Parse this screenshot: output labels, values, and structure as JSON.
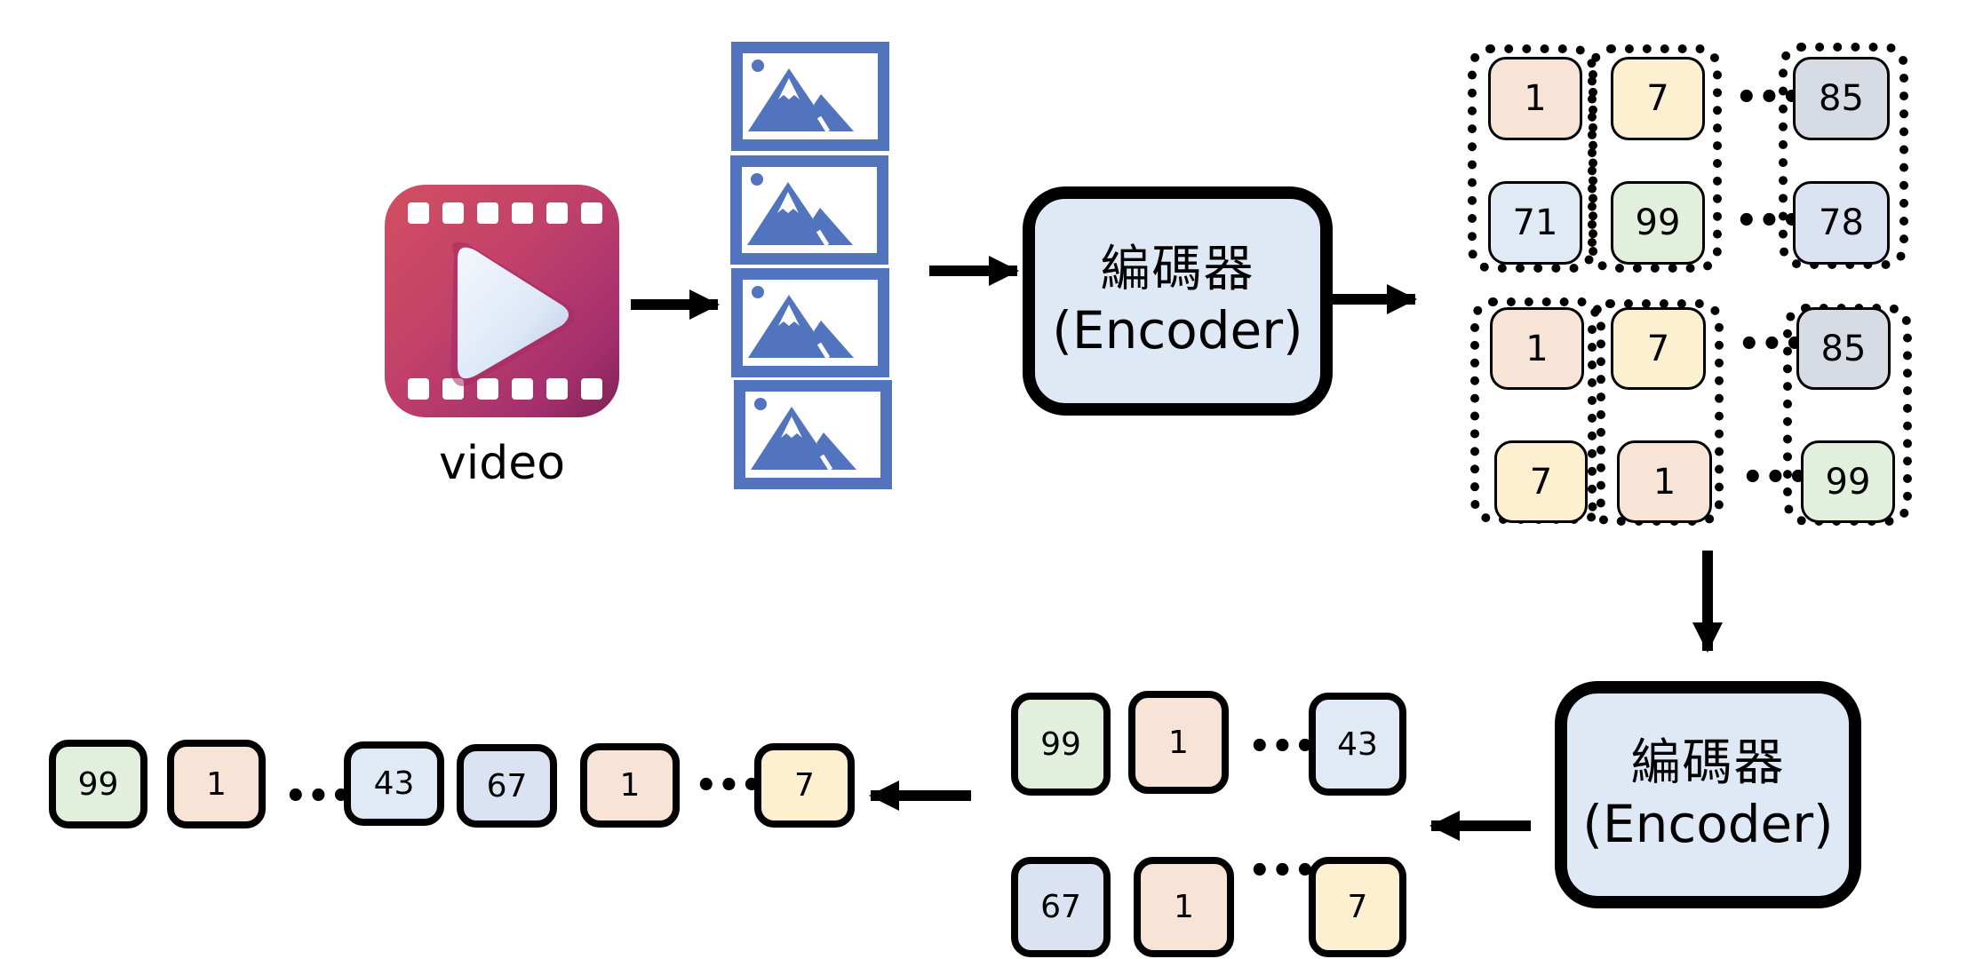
{
  "diagram": {
    "video_label": "video",
    "encoder_1": {
      "zh": "編碼器",
      "en": "(Encoder)"
    },
    "encoder_2": {
      "zh": "編碼器",
      "en": "(Encoder)"
    },
    "frames_count": 4,
    "colors": {
      "frame_blue": "#5273be",
      "encoder_fill": "#dfe9f5",
      "peach": "#f7e4d7",
      "yellow": "#fcf0d0",
      "gray": "#d6dbe4",
      "blue": "#dfeaf5",
      "lavender": "#dbe2f2",
      "green": "#e3efdd"
    },
    "grid_top": {
      "row1": [
        "1",
        "7",
        "85"
      ],
      "row2": [
        "71",
        "99",
        "78"
      ]
    },
    "grid_bottom": {
      "row1": [
        "1",
        "7",
        "85"
      ],
      "row2": [
        "7",
        "1",
        "99"
      ]
    },
    "middle_tokens": {
      "row1": [
        "99",
        "1",
        "43"
      ],
      "row2": [
        "67",
        "1",
        "7"
      ]
    },
    "final_sequence": [
      "99",
      "1",
      "43",
      "67",
      "1",
      "7"
    ],
    "ellipsis": "•••"
  }
}
